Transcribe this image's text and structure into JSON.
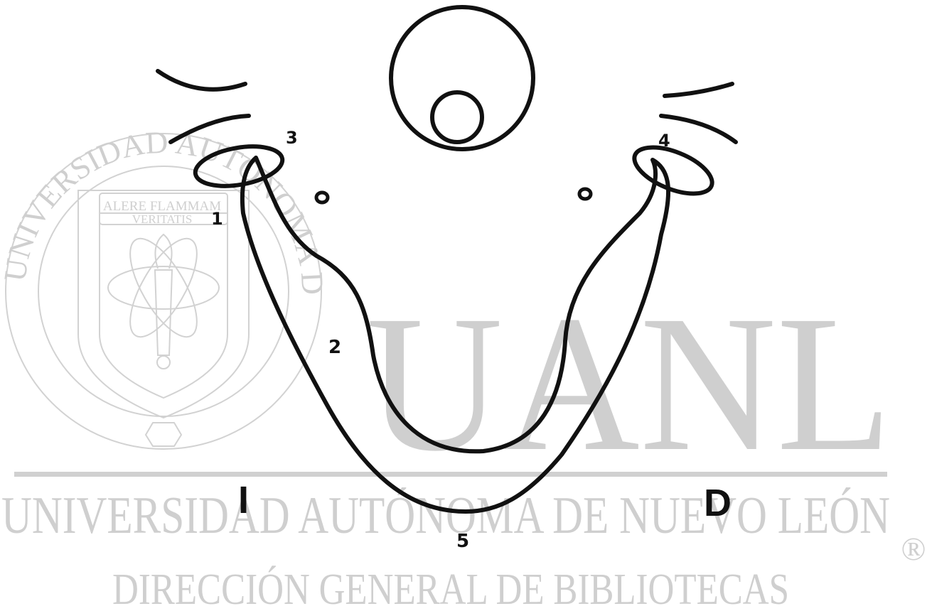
{
  "watermark": {
    "seal_motto_1": "ALERE FLAMMAM",
    "seal_motto_2": "VERITATIS",
    "seal_ring_text": "UNIVERSIDAD AUTONOMA DE NUEVO LEON",
    "big_letters": "UANL",
    "university": "UNIVERSIDAD AUTÓNOMA DE NUEVO LEÓN",
    "department": "DIRECCIÓN GENERAL DE BIBLIOTECAS",
    "registered_mark": "®",
    "color": "#cfcfcf"
  },
  "diagram": {
    "labels": {
      "l1": "1",
      "l2": "2",
      "l3": "3",
      "l4": "4",
      "l5": "5"
    },
    "side_left": "I",
    "side_right": "D",
    "stroke_color": "#111111"
  }
}
